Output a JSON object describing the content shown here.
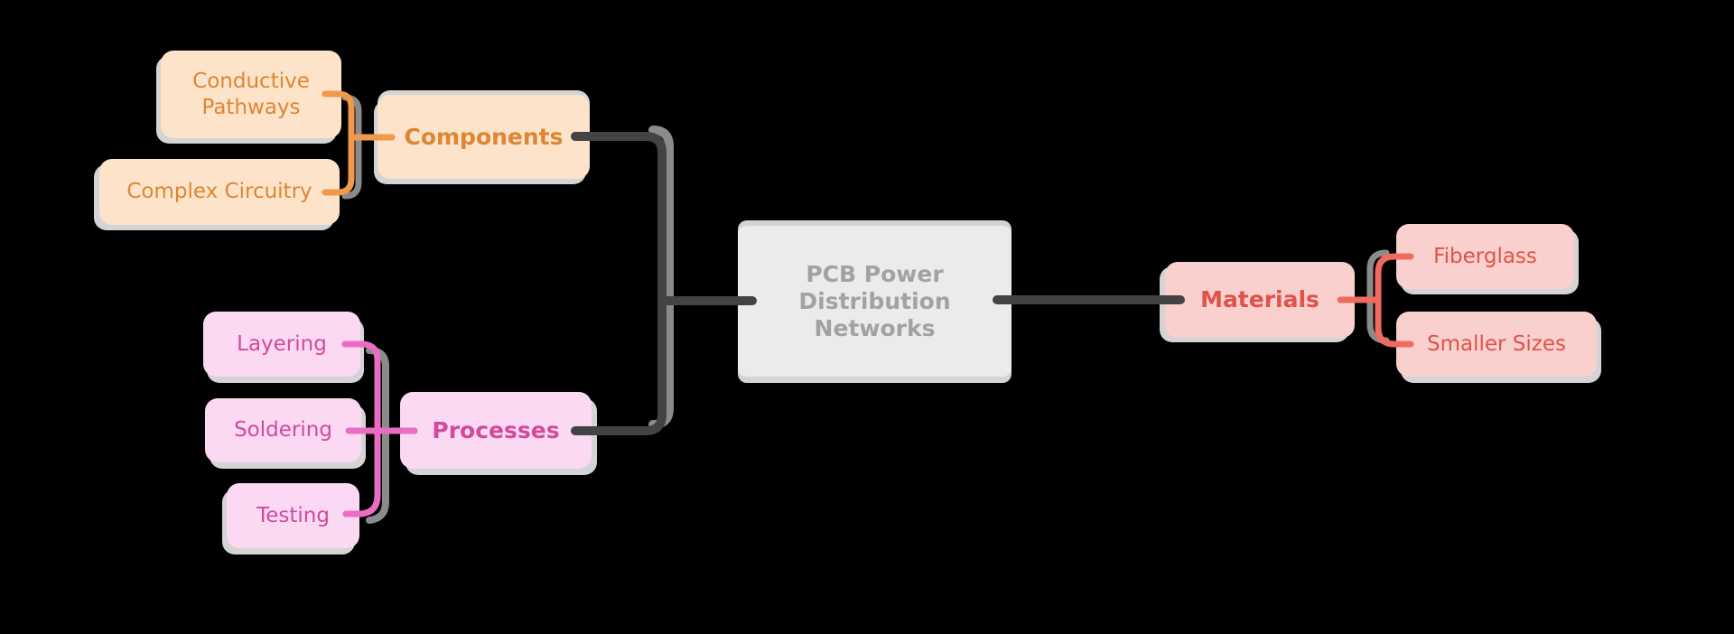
{
  "mindmap": {
    "background": "#000000",
    "root": {
      "label": "PCB Power Distribution Networks",
      "fill": "#ebebeb",
      "text_color": "#a2a2a2"
    },
    "trunk_line_color": "#434343",
    "branches": [
      {
        "label": "Components",
        "side": "left",
        "fill": "#fce3c9",
        "text_color": "#dd8634",
        "line_color": "#f0994a",
        "children": [
          "Conductive Pathways",
          "Complex Circuitry"
        ]
      },
      {
        "label": "Processes",
        "side": "left",
        "fill": "#fbd9f2",
        "text_color": "#d2499e",
        "line_color": "#ea6cc4",
        "children": [
          "Layering",
          "Soldering",
          "Testing"
        ]
      },
      {
        "label": "Materials",
        "side": "right",
        "fill": "#f9d0cd",
        "text_color": "#e0524a",
        "line_color": "#ef6b60",
        "children": [
          "Fiberglass",
          "Smaller Sizes"
        ]
      }
    ],
    "sketch_echo_color": "#8b8b8b",
    "shadow_color": "#d4d4d4"
  }
}
